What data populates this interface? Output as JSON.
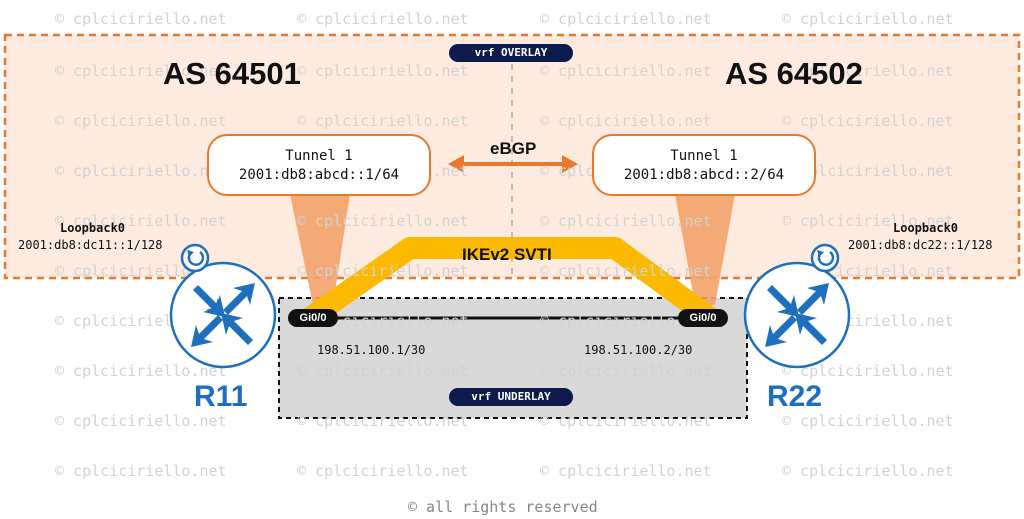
{
  "watermark": "© cplciciriello.net",
  "overlay": {
    "vrf_label": "vrf OVERLAY",
    "as_left": "AS 64501",
    "as_right": "AS 64502"
  },
  "underlay": {
    "vrf_label": "vrf UNDERLAY"
  },
  "tunnel_left": {
    "name": "Tunnel 1",
    "address": "2001:db8:abcd::1/64"
  },
  "tunnel_right": {
    "name": "Tunnel 1",
    "address": "2001:db8:abcd::2/64"
  },
  "ebgp_label": "eBGP",
  "ikev2_label": "IKEv2 SVTI",
  "router_left": {
    "name": "R11",
    "loopback_name": "Loopback0",
    "loopback_address": "2001:db8:dc11::1/128",
    "interface": "Gi0/0",
    "interface_ip": "198.51.100.1/30"
  },
  "router_right": {
    "name": "R22",
    "loopback_name": "Loopback0",
    "loopback_address": "2001:db8:dc22::1/128",
    "interface": "Gi0/0",
    "interface_ip": "198.51.100.2/30"
  },
  "footer": "© all rights reserved",
  "colors": {
    "overlay_fill": "#fdebe0",
    "overlay_border": "#e8792c",
    "underlay_fill": "#d9d9d9",
    "ikev2_band": "#fbb900",
    "beam": "#f2a36b",
    "router_blue": "#1f6fbf",
    "vrf_pill": "#0d1b4c"
  }
}
